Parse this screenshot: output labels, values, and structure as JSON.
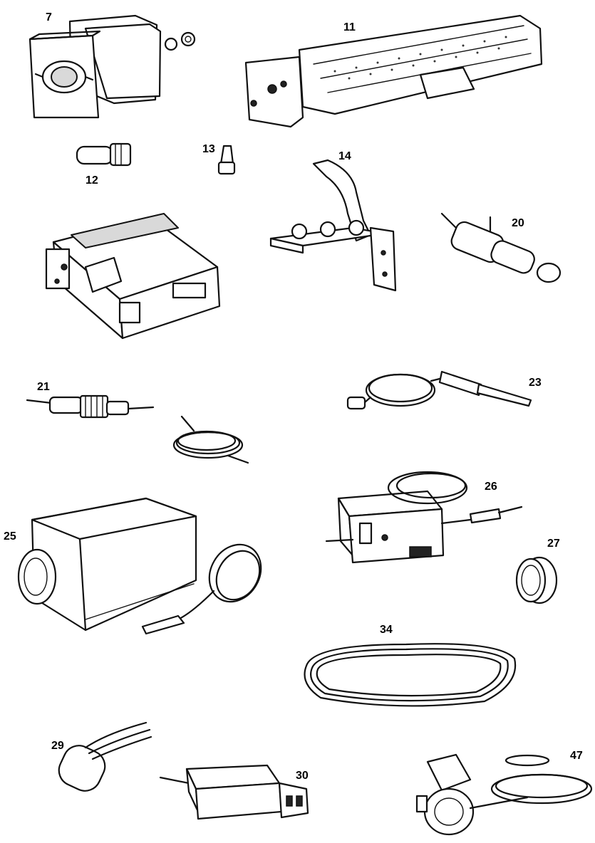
{
  "parts": [
    {
      "label": "7"
    },
    {
      "label": "11"
    },
    {
      "label": "12"
    },
    {
      "label": "13"
    },
    {
      "label": "14"
    },
    {
      "label": "20"
    },
    {
      "label": "21"
    },
    {
      "label": "23"
    },
    {
      "label": "25"
    },
    {
      "label": "26"
    },
    {
      "label": "27"
    },
    {
      "label": "34"
    },
    {
      "label": "29"
    },
    {
      "label": "30"
    },
    {
      "label": "47"
    }
  ]
}
